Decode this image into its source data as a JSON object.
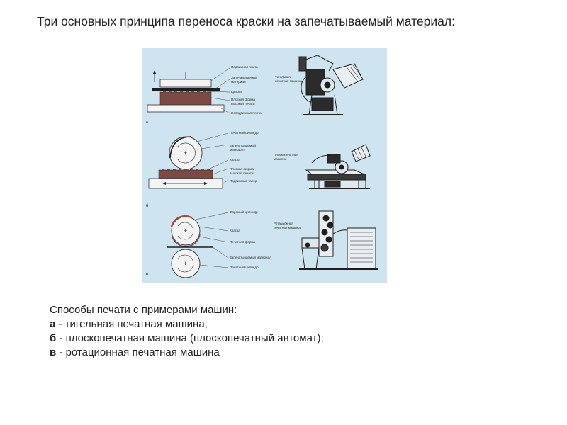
{
  "slide": {
    "title": "Три основных принципа переноса краски на запечатываемый материал:"
  },
  "figure": {
    "panel_a": {
      "letter": "а",
      "labels": [
        "Подвижная плита",
        "Запечатываемый",
        "материал",
        "Краска",
        "Плоская форма",
        "высокой печати",
        "Неподвижная плита"
      ],
      "machine_labels": [
        "Тигельная",
        "печатная машина"
      ]
    },
    "panel_b": {
      "letter": "б",
      "labels": [
        "Печатный цилиндр",
        "Запечатываемый",
        "материал",
        "Краска",
        "Плоская форма",
        "высокой печати",
        "Подвижный талер"
      ],
      "machine_labels": [
        "Плоскопечатная",
        "машина"
      ]
    },
    "panel_c": {
      "letter": "в",
      "labels": [
        "Формный цилиндр",
        "Краска",
        "Печатная форма",
        "Запечатываемый материал",
        "Печатный цилиндр"
      ],
      "machine_labels": [
        "Ротационная",
        "печатная машина"
      ]
    }
  },
  "caption": {
    "intro": "Способы печати с примерами машин:",
    "items": [
      {
        "letter": "а",
        "text": " - тигельная печатная машина;"
      },
      {
        "letter": "б",
        "text": " - плоскопечатная машина (плоскопечатный автомат);"
      },
      {
        "letter": "в",
        "text": " - ротационная печатная машина"
      }
    ]
  }
}
